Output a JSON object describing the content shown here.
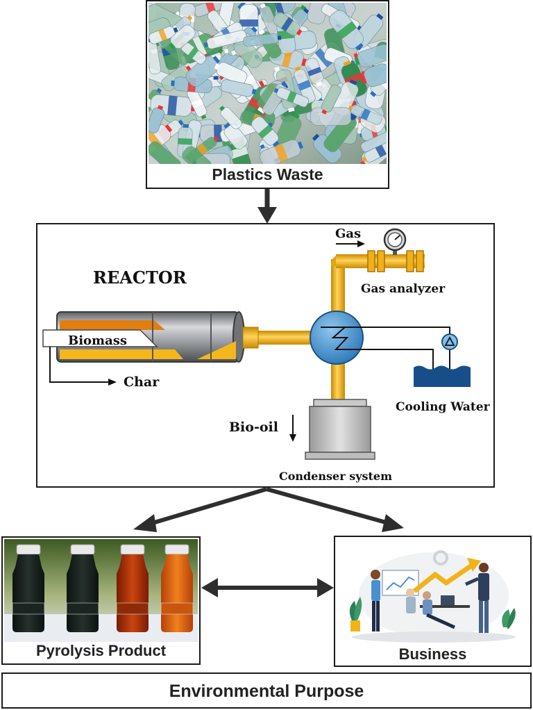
{
  "top": {
    "caption": "Plastics Waste"
  },
  "reactor": {
    "title": "REACTOR",
    "biomass_label": "Biomass",
    "char_label": "Char",
    "gas_label": "Gas",
    "gas_analyzer_label": "Gas analyzer",
    "cooling_water_label": "Cooling Water",
    "bio_oil_label": "Bio-oil",
    "condenser_label": "Condenser system"
  },
  "left_product": {
    "caption": "Pyrolysis Product"
  },
  "right_product": {
    "caption": "Business"
  },
  "bottom": {
    "caption": "Environmental Purpose"
  },
  "colors": {
    "pipe": "#f2b418",
    "pipe_dark": "#c98a00",
    "exchanger": "#3a8fd0",
    "water": "#164f8c",
    "arrow": "#2e2e2e"
  },
  "icons": [
    "plastic-bottles-photo",
    "pressure-gauge-icon",
    "pump-icon",
    "heat-exchanger-icon",
    "oil-bottles-photo",
    "business-team-illustration"
  ]
}
